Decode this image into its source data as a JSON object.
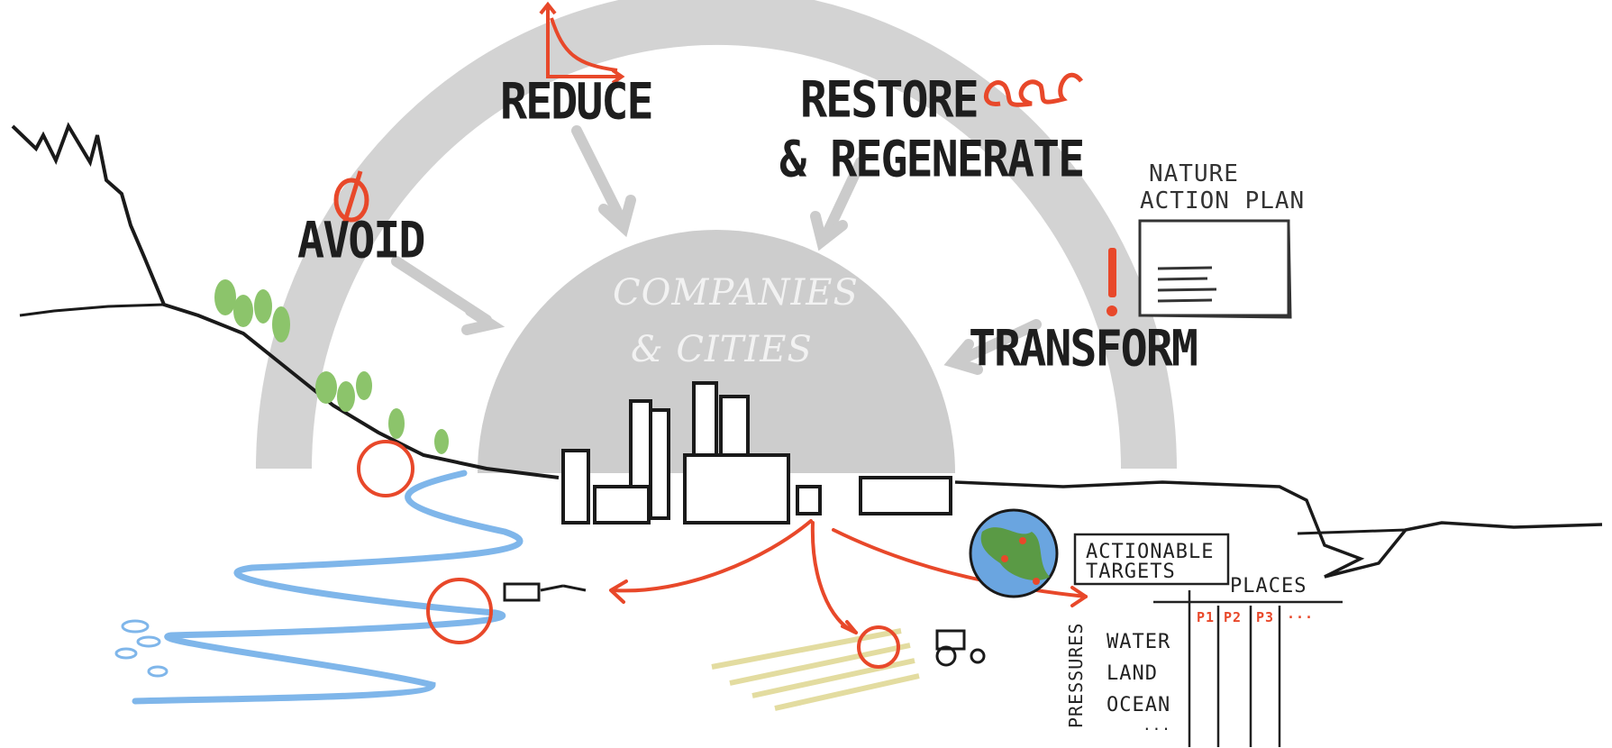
{
  "strategies": {
    "avoid": "AVOID",
    "reduce": "REDUCE",
    "restore_line1": "RESTORE",
    "restore_line2": "& REGENERATE",
    "transform": "TRANSFORM"
  },
  "center": {
    "line1": "COMPANIES",
    "line2": "& CITIES"
  },
  "plan": {
    "line1": "NATURE",
    "line2": "ACTION PLAN"
  },
  "targets": {
    "line1": "ACTIONABLE",
    "line2": "TARGETS",
    "places_header": "PLACES",
    "pressures_header": "PRESSURES",
    "places": [
      "P1",
      "P2",
      "P3",
      "..."
    ],
    "pressures": [
      "WATER",
      "LAND",
      "OCEAN",
      "..."
    ]
  },
  "colors": {
    "ink": "#1e1e1e",
    "arc_grey": "#cfcfcf",
    "accent_red": "#e8482a",
    "water_blue": "#7fb6ea",
    "tree_green": "#8cc46b",
    "field_yellow": "#e6df9a"
  },
  "icons": [
    "avoid-null-icon",
    "reduce-curve-icon",
    "regenerate-loop-icon",
    "exclamation-icon",
    "globe-icon",
    "tractor-icon",
    "factory-icon"
  ]
}
